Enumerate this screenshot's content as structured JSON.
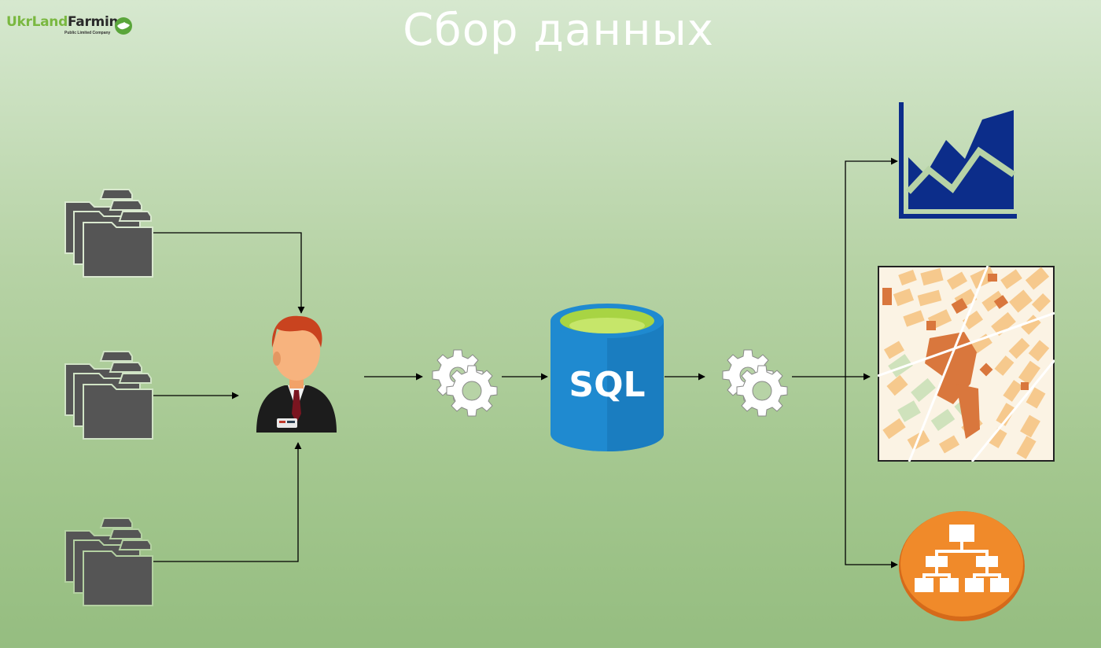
{
  "logo": {
    "name_part1": "UkrLand",
    "name_part2": "Farming",
    "subtitle": "Public Limited Company"
  },
  "title": "Сбор данных",
  "nodes": {
    "folders": [
      "folder-stack-icon",
      "folder-stack-icon",
      "folder-stack-icon"
    ],
    "analyst": "businessman-icon",
    "gear_in": "gear-icon",
    "database": {
      "icon": "database-cylinder-icon",
      "label": "SQL"
    },
    "gear_out": "gear-icon",
    "outputs": [
      "area-chart-icon",
      "city-map-icon",
      "org-chart-icon"
    ]
  },
  "colors": {
    "folder": "#555555",
    "db_blue": "#1f8ad0",
    "db_top": "#a8d443",
    "chart_navy": "#0c2d8a",
    "org_orange": "#f08a2a",
    "map_orange": "#f6c98d",
    "map_dark": "#d9773d",
    "map_green": "#cfe2bc",
    "arrow": "#000000"
  }
}
